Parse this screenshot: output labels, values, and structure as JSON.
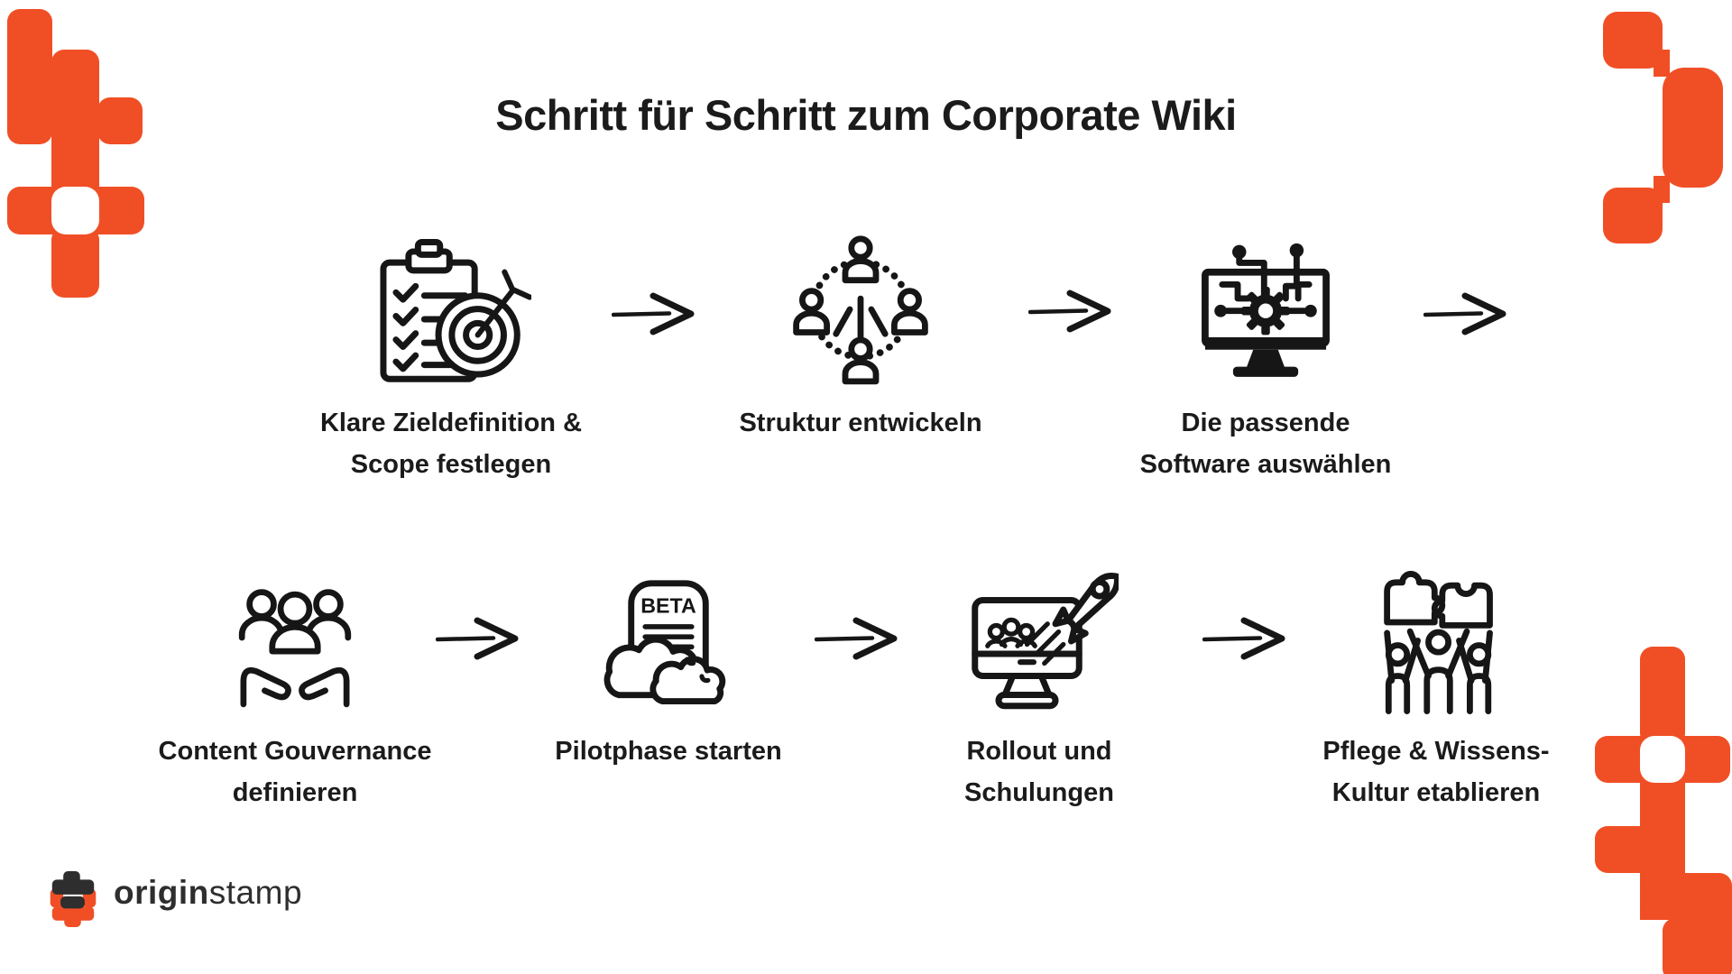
{
  "colors": {
    "accent": "#F04F26",
    "ink": "#161616",
    "text": "#1b1b1b",
    "logo_text": "#2e2e2e",
    "background": "#ffffff"
  },
  "title": "Schritt für Schritt zum Corporate Wiki",
  "steps": [
    {
      "icon": "clipboard-target-icon",
      "line1": "Klare Zieldefinition &",
      "line2": "Scope festlegen"
    },
    {
      "icon": "team-structure-icon",
      "line1": "Struktur entwickeln",
      "line2": ""
    },
    {
      "icon": "software-selection-icon",
      "line1": "Die passende",
      "line2": "Software auswählen"
    },
    {
      "icon": "content-governance-icon",
      "line1": "Content Gouvernance",
      "line2": "definieren"
    },
    {
      "icon": "pilot-phase-icon",
      "line1": "Pilotphase starten",
      "line2": "",
      "badge": "BETA"
    },
    {
      "icon": "rollout-icon",
      "line1": "Rollout und",
      "line2": "Schulungen"
    },
    {
      "icon": "knowledge-culture-icon",
      "line1": "Pflege & Wissens-",
      "line2": "Kultur etablieren"
    }
  ],
  "logo": {
    "origin": "origin",
    "stamp": "stamp"
  }
}
